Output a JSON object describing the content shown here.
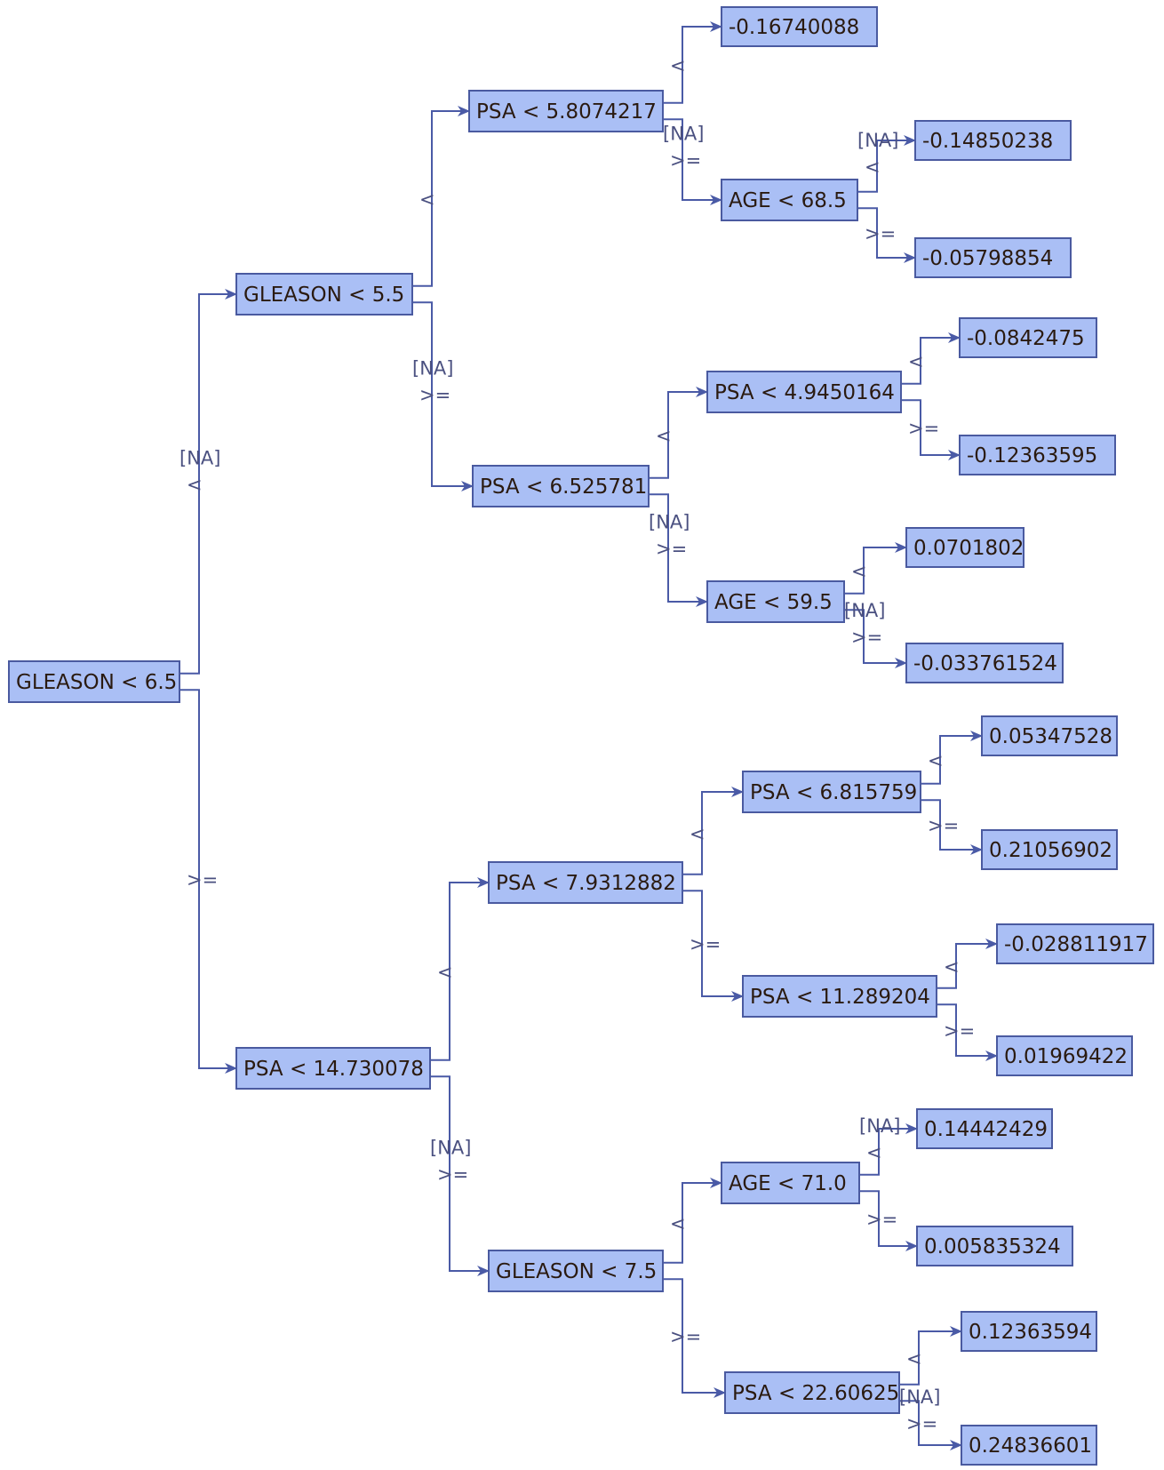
{
  "colors": {
    "node_fill": "#aabff5",
    "node_border": "#4a5aa0",
    "edge": "#4a5aa6",
    "text": "#2a1a10",
    "label": "#4a5080"
  },
  "nodes": [
    {
      "id": "n0",
      "label": "GLEASON < 6.5"
    },
    {
      "id": "n1",
      "label": "GLEASON < 5.5"
    },
    {
      "id": "n2",
      "label": "PSA < 14.730078"
    },
    {
      "id": "n3",
      "label": "PSA < 5.8074217"
    },
    {
      "id": "n4",
      "label": "PSA < 6.525781"
    },
    {
      "id": "n5",
      "label": "PSA < 7.9312882"
    },
    {
      "id": "n6",
      "label": "GLEASON < 7.5"
    },
    {
      "id": "n7",
      "label": "-0.16740088"
    },
    {
      "id": "n8",
      "label": "AGE < 68.5"
    },
    {
      "id": "n9",
      "label": "-0.14850238"
    },
    {
      "id": "n10",
      "label": "-0.05798854"
    },
    {
      "id": "n11",
      "label": "PSA < 4.9450164"
    },
    {
      "id": "n12",
      "label": "AGE < 59.5"
    },
    {
      "id": "n13",
      "label": "-0.0842475"
    },
    {
      "id": "n14",
      "label": "-0.12363595"
    },
    {
      "id": "n15",
      "label": "0.0701802"
    },
    {
      "id": "n16",
      "label": "-0.033761524"
    },
    {
      "id": "n17",
      "label": "PSA < 6.815759"
    },
    {
      "id": "n18",
      "label": "PSA < 11.289204"
    },
    {
      "id": "n19",
      "label": "0.05347528"
    },
    {
      "id": "n20",
      "label": "0.21056902"
    },
    {
      "id": "n21",
      "label": "-0.028811917"
    },
    {
      "id": "n22",
      "label": "0.01969422"
    },
    {
      "id": "n23",
      "label": "AGE < 71.0"
    },
    {
      "id": "n24",
      "label": "PSA < 22.60625"
    },
    {
      "id": "n25",
      "label": "0.14442429"
    },
    {
      "id": "n26",
      "label": "0.005835324"
    },
    {
      "id": "n27",
      "label": "0.12363594"
    },
    {
      "id": "n28",
      "label": "0.24836601"
    }
  ],
  "edges": [
    {
      "from": "n0",
      "to": "n1",
      "label": "<",
      "na": "[NA]"
    },
    {
      "from": "n0",
      "to": "n2",
      "label": ">=",
      "na": ""
    },
    {
      "from": "n1",
      "to": "n3",
      "label": "<",
      "na": ""
    },
    {
      "from": "n1",
      "to": "n4",
      "label": ">=",
      "na": "[NA]"
    },
    {
      "from": "n3",
      "to": "n7",
      "label": "<",
      "na": ""
    },
    {
      "from": "n3",
      "to": "n8",
      "label": ">=",
      "na": "[NA]"
    },
    {
      "from": "n8",
      "to": "n9",
      "label": "<",
      "na": "[NA]"
    },
    {
      "from": "n8",
      "to": "n10",
      "label": ">=",
      "na": ""
    },
    {
      "from": "n4",
      "to": "n11",
      "label": "<",
      "na": ""
    },
    {
      "from": "n4",
      "to": "n12",
      "label": ">=",
      "na": "[NA]"
    },
    {
      "from": "n11",
      "to": "n13",
      "label": "<",
      "na": ""
    },
    {
      "from": "n11",
      "to": "n14",
      "label": ">=",
      "na": ""
    },
    {
      "from": "n12",
      "to": "n15",
      "label": "<",
      "na": ""
    },
    {
      "from": "n12",
      "to": "n16",
      "label": ">=",
      "na": "[NA]"
    },
    {
      "from": "n2",
      "to": "n5",
      "label": "<",
      "na": ""
    },
    {
      "from": "n2",
      "to": "n6",
      "label": ">=",
      "na": "[NA]"
    },
    {
      "from": "n5",
      "to": "n17",
      "label": "<",
      "na": ""
    },
    {
      "from": "n5",
      "to": "n18",
      "label": ">=",
      "na": ""
    },
    {
      "from": "n17",
      "to": "n19",
      "label": "<",
      "na": ""
    },
    {
      "from": "n17",
      "to": "n20",
      "label": ">=",
      "na": ""
    },
    {
      "from": "n18",
      "to": "n21",
      "label": "<",
      "na": ""
    },
    {
      "from": "n18",
      "to": "n22",
      "label": ">=",
      "na": ""
    },
    {
      "from": "n6",
      "to": "n23",
      "label": "<",
      "na": ""
    },
    {
      "from": "n6",
      "to": "n24",
      "label": ">=",
      "na": ""
    },
    {
      "from": "n23",
      "to": "n25",
      "label": "<",
      "na": "[NA]"
    },
    {
      "from": "n23",
      "to": "n26",
      "label": ">=",
      "na": ""
    },
    {
      "from": "n24",
      "to": "n27",
      "label": "<",
      "na": ""
    },
    {
      "from": "n24",
      "to": "n28",
      "label": ">=",
      "na": "[NA]"
    }
  ]
}
